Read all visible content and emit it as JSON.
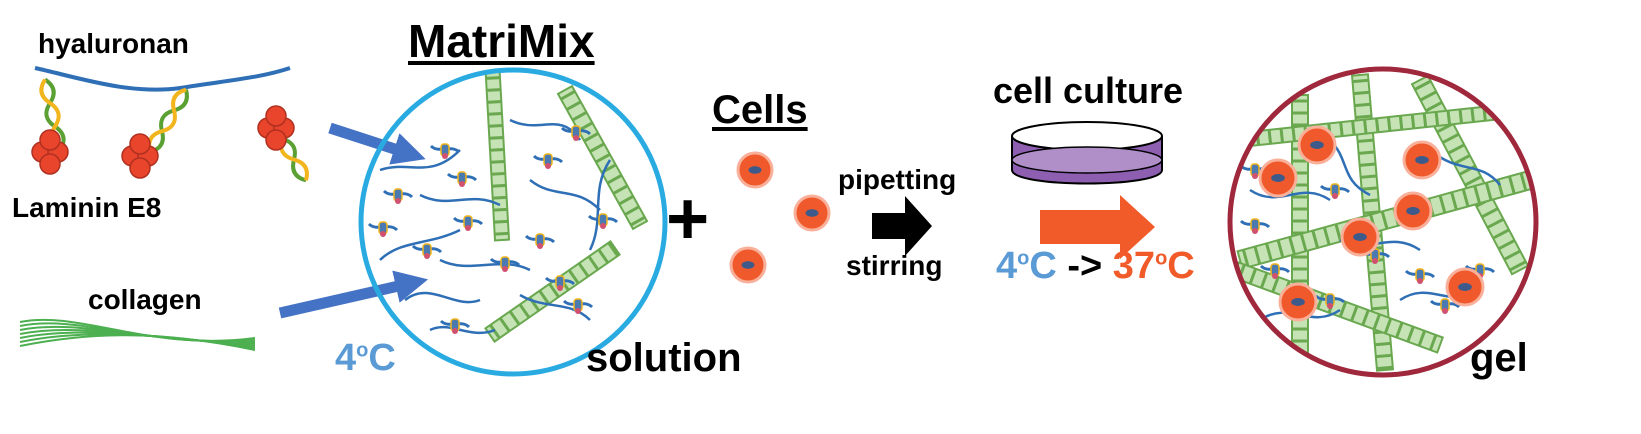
{
  "labels": {
    "hyaluronan": "hyaluronan",
    "laminin": "Laminin E8",
    "collagen": "collagen",
    "matrimix": "MatriMix",
    "temp_start": "4",
    "temp_unit": "C",
    "solution": "solution",
    "plus": "+",
    "cells": "Cells",
    "pipetting": "pipetting",
    "stirring": "stirring",
    "cell_culture": "cell culture",
    "transition_from": "4",
    "transition_arrow": "->",
    "transition_to": "37",
    "gel": "gel"
  },
  "colors": {
    "hyaluronan_strand": "#2f6fb5",
    "helix_green": "#5aa033",
    "helix_yellow": "#f2b51d",
    "laminin_red": "#e8452c",
    "collagen_green": "#4caf50",
    "arrow_blue": "#4472c4",
    "solution_circle": "#29abe2",
    "gel_circle": "#a0283c",
    "fiber_green": "#6aa84f",
    "fiber_light": "#c5e3b5",
    "cell_orange": "#f0592b",
    "nucleus_blue": "#3d5a8a",
    "dish_purple": "#8e5fb0",
    "heat_arrow": "#f15a29",
    "cold_text": "#5b9bd5",
    "hot_text": "#f15a29",
    "text": "#000000"
  },
  "icons": [
    "hyaluronan-strand",
    "laminin-helix",
    "collagen-fibers",
    "arrow",
    "solution-circle",
    "cell",
    "culture-dish",
    "gel-circle"
  ]
}
